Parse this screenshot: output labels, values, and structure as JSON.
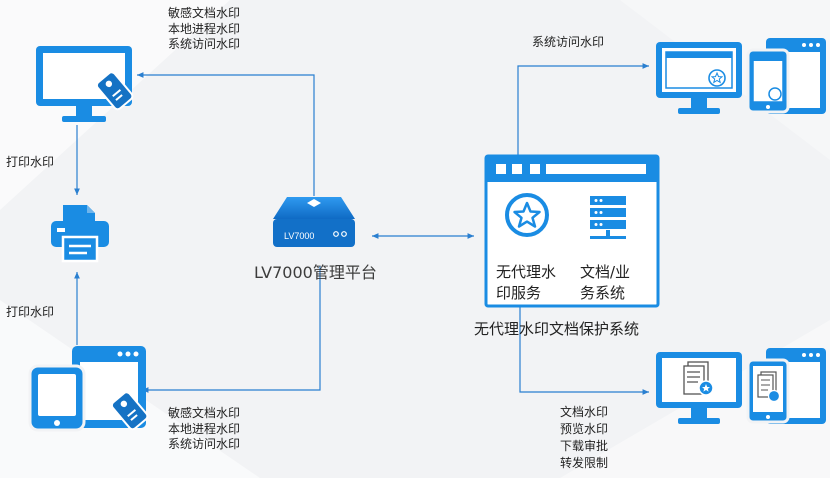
{
  "colors": {
    "primary_blue": "#1a8ce3",
    "dark_blue": "#1572c4",
    "line_blue": "#2a7fd0",
    "text": "#1f1f1f"
  },
  "top_left_labels": [
    "敏感文档水印",
    "本地进程水印",
    "系统访问水印"
  ],
  "bottom_left_labels": [
    "敏感文档水印",
    "本地进程水印",
    "系统访问水印"
  ],
  "print_label_upper": "打印水印",
  "print_label_lower": "打印水印",
  "platform": {
    "device_text": "LV7000",
    "name": "LV7000管理平台"
  },
  "system": {
    "left_text_line1": "无代理水",
    "left_text_line2": "印服务",
    "right_text_line1": "文档/业",
    "right_text_line2": "务系统",
    "name": "无代理水印文档保护系统"
  },
  "top_right_label": "系统访问水印",
  "bottom_right_labels": [
    "文档水印",
    "预览水印",
    "下载审批",
    "转发限制"
  ],
  "icons": [
    "monitor-with-tag-icon",
    "printer-icon",
    "tablet-with-tag-icon",
    "lv7000-device-icon",
    "system-window-icon",
    "star-badge-icon",
    "server-stack-icon",
    "monitor-browser-icon",
    "tablet-browser-icon",
    "monitor-document-icon",
    "tablet-document-icon"
  ]
}
